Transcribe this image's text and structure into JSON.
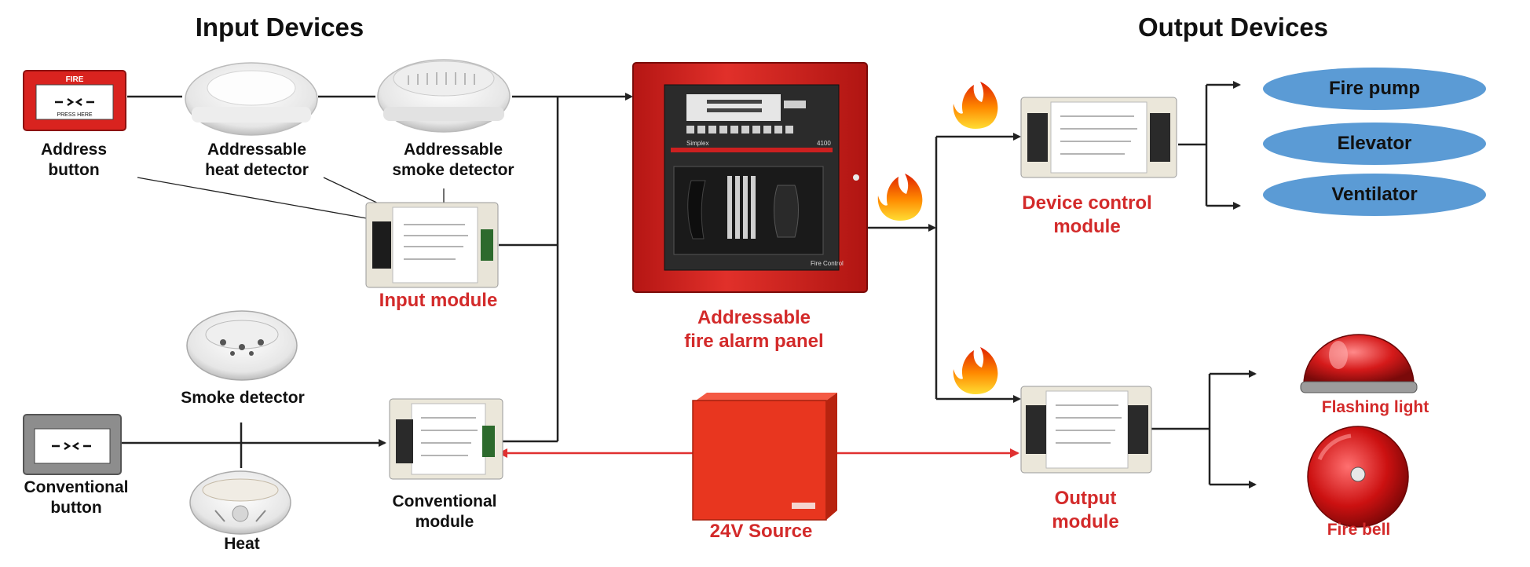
{
  "headings": {
    "input": "Input Devices",
    "output": "Output Devices"
  },
  "labels": {
    "address_button": "Address\nbutton",
    "heat_detector": "Addressable\nheat detector",
    "smoke_detector_addr": "Addressable\nsmoke detector",
    "input_module": "Input module",
    "panel": "Addressable\nfire alarm panel",
    "device_control": "Device control\nmodule",
    "smoke_detector": "Smoke detector",
    "conventional_button": "Conventional\nbutton",
    "heat": "Heat",
    "conventional_module": "Conventional\nmodule",
    "source": "24V Source",
    "output_module": "Output\nmodule",
    "flashing_light": "Flashing light",
    "fire_bell": "Fire bell"
  },
  "devices": {
    "fire_pump": "Fire pump",
    "elevator": "Elevator",
    "ventilator": "Ventilator"
  },
  "icons": {
    "call_point_text": "FIRE",
    "call_point_sub": "PRESS HERE",
    "panel_brand": "Simplex",
    "panel_model": "4100",
    "panel_footer": "Fire Control"
  },
  "colors": {
    "label_red": "#d32a2a",
    "oval_blue": "#5b9bd5",
    "panel_red": "#d8231f",
    "connector_red": "#e03030",
    "line": "#222222"
  }
}
